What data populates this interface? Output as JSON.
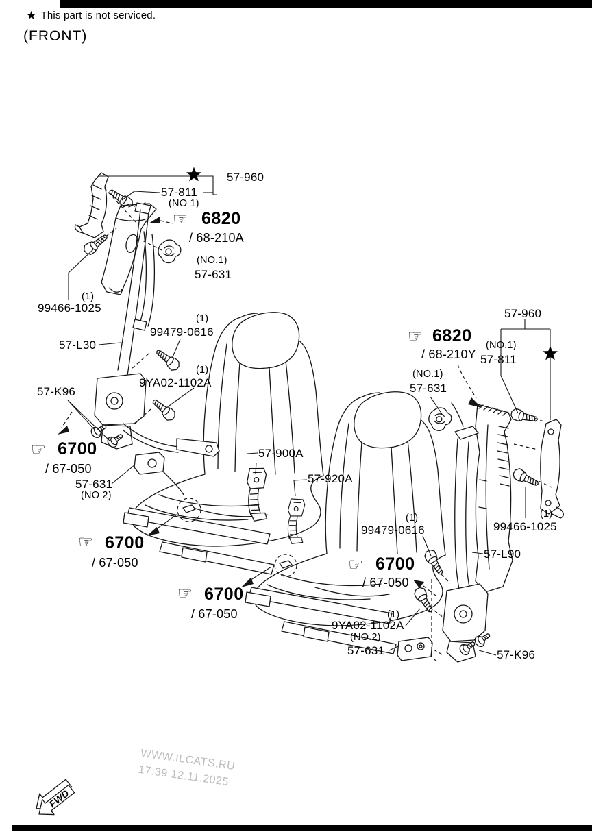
{
  "header": {
    "note": "This part is not serviced.",
    "front_view": "(FRONT)"
  },
  "icons": {
    "star": "★",
    "pointing_hand": "☞"
  },
  "parts": {
    "p57_960": "57-960",
    "p57_811": "57-811",
    "p6820": "6820",
    "p68_210a": "/ 68-210A",
    "p68_210y": "/ 68-210Y",
    "p57_631": "57-631",
    "p57_l30": "57-L30",
    "p57_l90": "57-L90",
    "p57_k96": "57-K96",
    "p57_900a": "57-900A",
    "p57_920a": "57-920A",
    "p6700": "6700",
    "p67_050": "/ 67-050",
    "p99466_1025": "99466-1025",
    "p99479_0616": "99479-0616",
    "p9ya02_1102a": "9YA02-1102A",
    "qty_one": "(1)",
    "no_1": "(NO 1)",
    "no_1_dot": "(NO.1)",
    "no_2": "(NO 2)",
    "no_2_dot": "(NO.2)"
  },
  "watermark": {
    "site": "WWW.ILCATS.RU",
    "timestamp": "17:39 12.11.2025"
  },
  "direction_arrow": {
    "label": "FWD"
  }
}
